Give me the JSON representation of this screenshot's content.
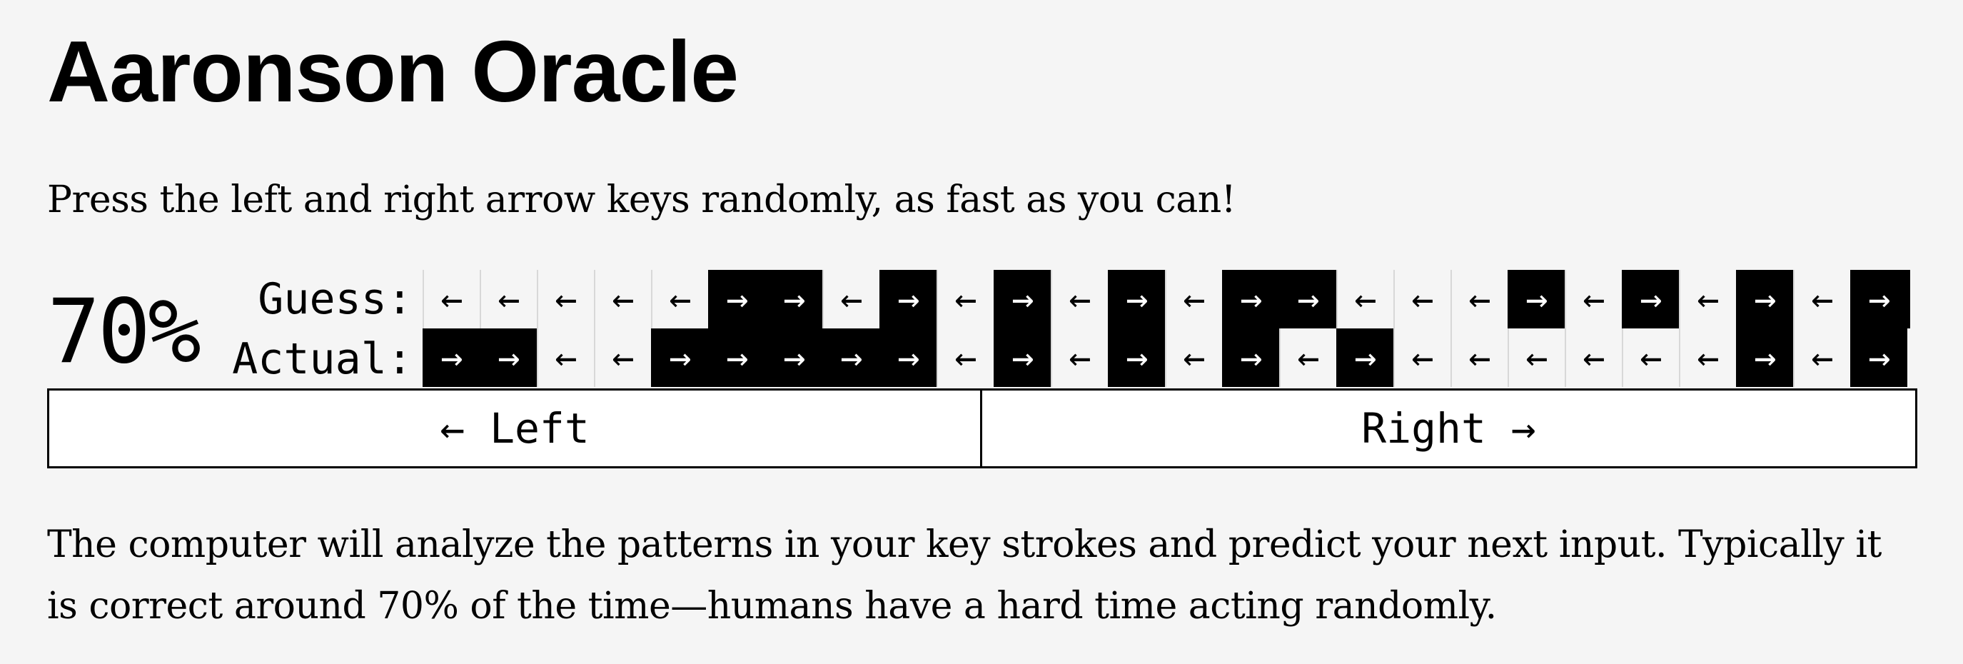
{
  "title": "Aaronson Oracle",
  "instructions": "Press the left and right arrow keys randomly, as fast as you can!",
  "score": "70%",
  "labels": {
    "guess": "Guess:",
    "actual": "Actual:"
  },
  "glyphs": {
    "left": "←",
    "right": "→"
  },
  "history": {
    "guess": [
      "L",
      "L",
      "L",
      "L",
      "L",
      "R",
      "R",
      "L",
      "R",
      "L",
      "R",
      "L",
      "R",
      "L",
      "R",
      "R",
      "L",
      "L",
      "L",
      "R",
      "L",
      "R",
      "L",
      "R",
      "L",
      "R"
    ],
    "actual": [
      "R",
      "R",
      "L",
      "L",
      "R",
      "R",
      "R",
      "R",
      "R",
      "L",
      "R",
      "L",
      "R",
      "L",
      "R",
      "L",
      "R",
      "L",
      "L",
      "L",
      "L",
      "L",
      "L",
      "R",
      "L",
      "R"
    ],
    "pending_guess": "R"
  },
  "buttons": {
    "left_label": "← Left",
    "right_label": "Right →"
  },
  "explanation": "The computer will analyze the patterns in your key strokes and predict your next input. Typically it is correct around 70% of the time—humans have a hard time acting randomly.",
  "colors": {
    "background": "#f5f5f5",
    "cell_filled": "#000000",
    "cell_text_on_filled": "#ffffff",
    "cell_divider": "#d8d8d8"
  }
}
